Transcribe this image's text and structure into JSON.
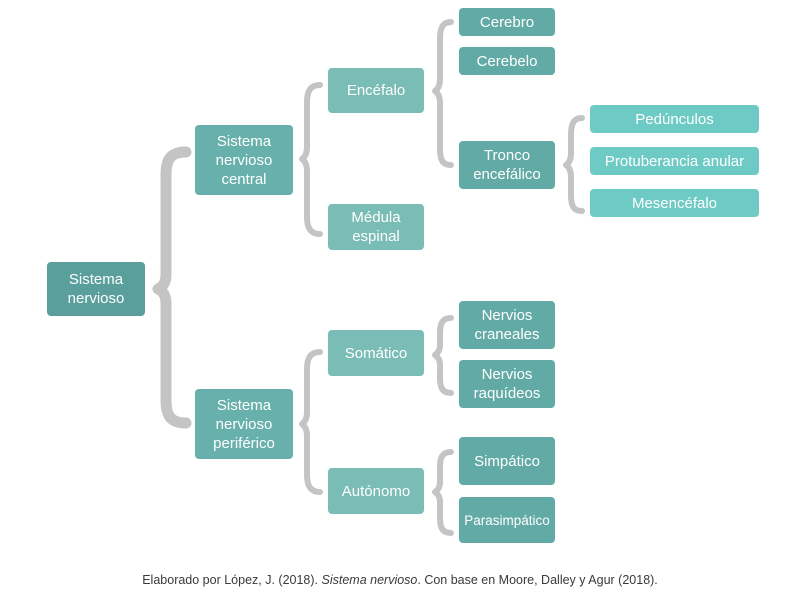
{
  "nodes": {
    "root": "Sistema\nnervioso",
    "snc": "Sistema\nnervioso\ncentral",
    "snp": "Sistema\nnervioso\nperiférico",
    "encefalo": "Encéfalo",
    "medula": "Médula\nespinal",
    "somatico": "Somático",
    "autonomo": "Autónomo",
    "cerebro": "Cerebro",
    "cerebelo": "Cerebelo",
    "tronco": "Tronco\nencefálico",
    "pedunculos": "Pedúnculos",
    "protuberancia": "Protuberancia anular",
    "mesencefalo": "Mesencéfalo",
    "craneales": "Nervios\ncraneales",
    "raquideos": "Nervios\nraquídeos",
    "simpatico": "Simpático",
    "parasimpatico": "Parasimpático"
  },
  "caption": {
    "prefix": "Elaborado por López, J. (2018). ",
    "title": "Sistema nervioso",
    "suffix": ". Con base en Moore, Dalley y Agur (2018)."
  },
  "colors": {
    "bracket": "#c4c4c4",
    "level0": "#5a9f9c",
    "level1": "#67b0ab",
    "level2": "#79bdb6",
    "level3": "#62aaa5",
    "level4": "#6ecac4"
  }
}
